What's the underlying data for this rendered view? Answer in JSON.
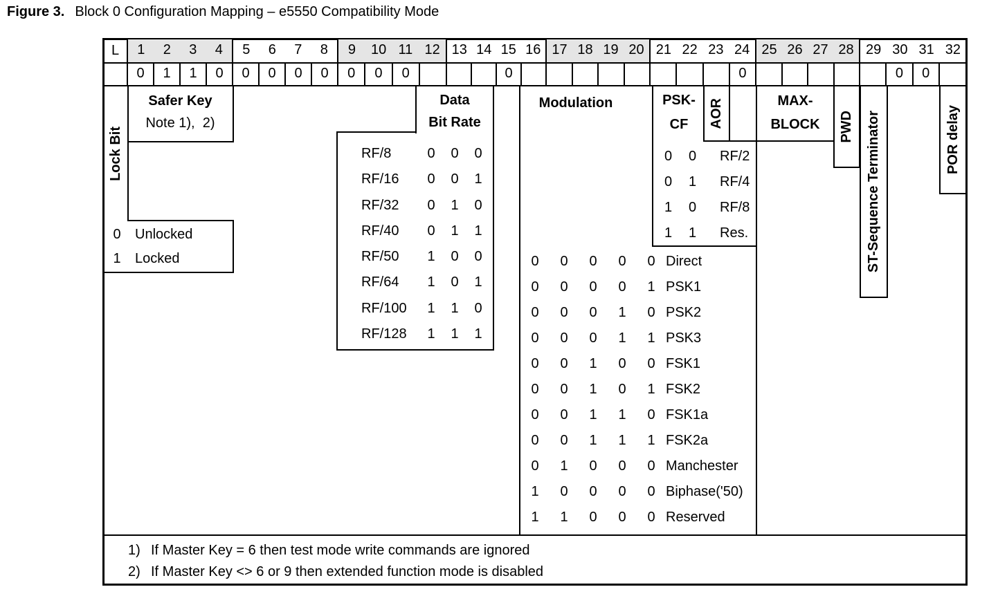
{
  "title": {
    "figure_label": "Figure 3.",
    "caption": "Block 0 Configuration Mapping – e5550 Compatibility Mode"
  },
  "bit_header": {
    "lock_label": "L",
    "groups": [
      {
        "bits": [
          "1",
          "2",
          "3",
          "4"
        ],
        "shaded": true
      },
      {
        "bits": [
          "5",
          "6",
          "7",
          "8"
        ],
        "shaded": false
      },
      {
        "bits": [
          "9",
          "10",
          "11",
          "12"
        ],
        "shaded": true
      },
      {
        "bits": [
          "13",
          "14",
          "15",
          "16"
        ],
        "shaded": false
      },
      {
        "bits": [
          "17",
          "18",
          "19",
          "20"
        ],
        "shaded": true
      },
      {
        "bits": [
          "21",
          "22",
          "23",
          "24"
        ],
        "shaded": false
      },
      {
        "bits": [
          "25",
          "26",
          "27",
          "28"
        ],
        "shaded": true
      },
      {
        "bits": [
          "29",
          "30",
          "31",
          "32"
        ],
        "shaded": false
      }
    ]
  },
  "bit_values": [
    "",
    "0",
    "1",
    "1",
    "0",
    "0",
    "0",
    "0",
    "0",
    "0",
    "0",
    "0",
    "",
    "",
    "",
    "0",
    "",
    "",
    "",
    "",
    "",
    "",
    "",
    "",
    "0",
    "",
    "",
    "",
    "",
    "",
    "0",
    "0",
    ""
  ],
  "lock_bit": {
    "label": "Lock Bit",
    "legend": [
      {
        "value": "0",
        "meaning": "Unlocked"
      },
      {
        "value": "1",
        "meaning": "Locked"
      }
    ]
  },
  "safer_key": {
    "title": "Safer Key",
    "note": "Note 1),  2)"
  },
  "data_bit_rate": {
    "title": [
      "Data",
      "Bit Rate"
    ],
    "rows": [
      {
        "label": "RF/8",
        "bits": [
          "0",
          "0",
          "0"
        ]
      },
      {
        "label": "RF/16",
        "bits": [
          "0",
          "0",
          "1"
        ]
      },
      {
        "label": "RF/32",
        "bits": [
          "0",
          "1",
          "0"
        ]
      },
      {
        "label": "RF/40",
        "bits": [
          "0",
          "1",
          "1"
        ]
      },
      {
        "label": "RF/50",
        "bits": [
          "1",
          "0",
          "0"
        ]
      },
      {
        "label": "RF/64",
        "bits": [
          "1",
          "0",
          "1"
        ]
      },
      {
        "label": "RF/100",
        "bits": [
          "1",
          "1",
          "0"
        ]
      },
      {
        "label": "RF/128",
        "bits": [
          "1",
          "1",
          "1"
        ]
      }
    ]
  },
  "modulation": {
    "title": "Modulation",
    "rows": [
      {
        "bits": [
          "0",
          "0",
          "0",
          "0",
          "0"
        ],
        "label": "Direct"
      },
      {
        "bits": [
          "0",
          "0",
          "0",
          "0",
          "1"
        ],
        "label": "PSK1"
      },
      {
        "bits": [
          "0",
          "0",
          "0",
          "1",
          "0"
        ],
        "label": "PSK2"
      },
      {
        "bits": [
          "0",
          "0",
          "0",
          "1",
          "1"
        ],
        "label": "PSK3"
      },
      {
        "bits": [
          "0",
          "0",
          "1",
          "0",
          "0"
        ],
        "label": "FSK1"
      },
      {
        "bits": [
          "0",
          "0",
          "1",
          "0",
          "1"
        ],
        "label": "FSK2"
      },
      {
        "bits": [
          "0",
          "0",
          "1",
          "1",
          "0"
        ],
        "label": "FSK1a"
      },
      {
        "bits": [
          "0",
          "0",
          "1",
          "1",
          "1"
        ],
        "label": "FSK2a"
      },
      {
        "bits": [
          "0",
          "1",
          "0",
          "0",
          "0"
        ],
        "label": "Manchester"
      },
      {
        "bits": [
          "1",
          "0",
          "0",
          "0",
          "0"
        ],
        "label": "Biphase('50)"
      },
      {
        "bits": [
          "1",
          "1",
          "0",
          "0",
          "0"
        ],
        "label": "Reserved"
      }
    ]
  },
  "psk_cf": {
    "title": [
      "PSK-",
      "CF"
    ],
    "rows": [
      {
        "bits": [
          "0",
          "0"
        ],
        "label": "RF/2"
      },
      {
        "bits": [
          "0",
          "1"
        ],
        "label": "RF/4"
      },
      {
        "bits": [
          "1",
          "0"
        ],
        "label": "RF/8"
      },
      {
        "bits": [
          "1",
          "1"
        ],
        "label": "Res."
      }
    ]
  },
  "aor": {
    "label": "AOR"
  },
  "max_block": {
    "title": [
      "MAX-",
      "BLOCK"
    ]
  },
  "pwd": {
    "label": "PWD"
  },
  "st_sequence_terminator": {
    "label": "ST-Sequence Terminator"
  },
  "por_delay": {
    "label": "POR delay"
  },
  "notes": [
    {
      "marker": "1)",
      "text": "If Master Key = 6 then test mode write commands are ignored"
    },
    {
      "marker": "2)",
      "text": "If Master Key <> 6 or 9 then extended function mode is disabled"
    }
  ],
  "colors": {
    "line": "#000000",
    "header_shading": "#e5e5e5",
    "background": "#ffffff"
  }
}
